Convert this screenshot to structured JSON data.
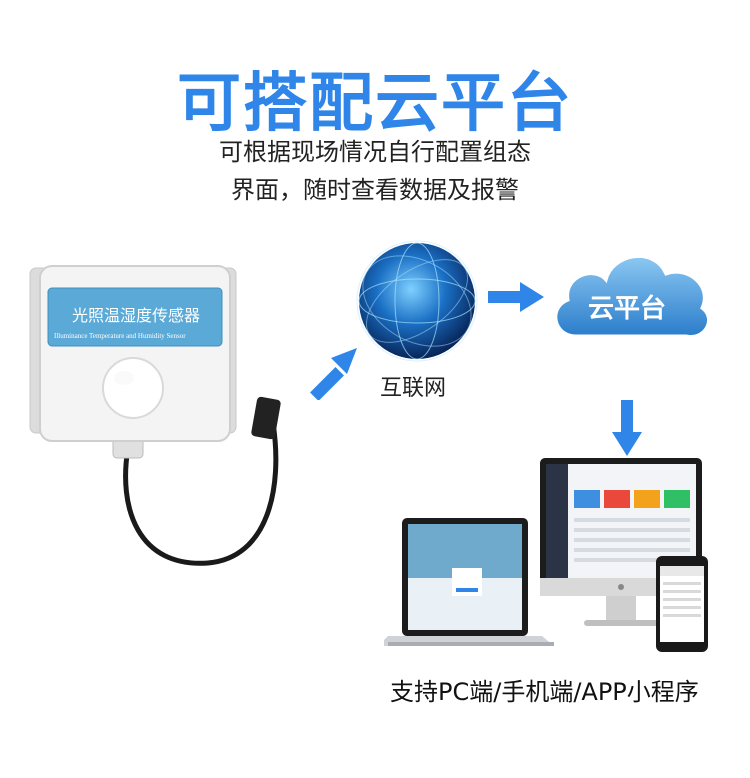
{
  "header": {
    "title": "可搭配云平台",
    "subtitle_line1": "可根据现场情况自行配置组态",
    "subtitle_line2": "界面，随时查看数据及报警"
  },
  "sensor": {
    "label_cn": "光照温湿度传感器",
    "label_en": "Illuminance Temperature and Humidity Sensor"
  },
  "internet": {
    "label": "互联网"
  },
  "cloud": {
    "label": "云平台"
  },
  "footer": {
    "text": "支持PC端/手机端/APP小程序"
  },
  "colors": {
    "accent": "#2f86e8",
    "arrow": "#2f86e8",
    "cloud": "#3b8fd8"
  }
}
